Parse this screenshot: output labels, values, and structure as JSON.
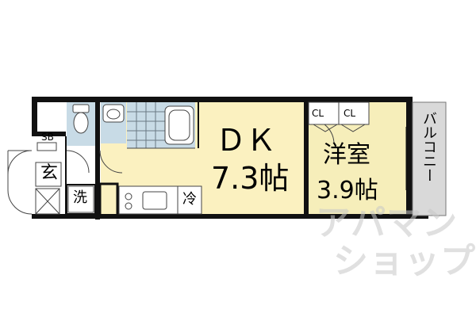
{
  "floor_plan": {
    "rooms": {
      "dk": {
        "name": "ＤＫ",
        "size": "7.3帖"
      },
      "western_room": {
        "name": "洋室",
        "size": "3.9帖"
      },
      "balcony": {
        "name": "バルコニー"
      },
      "entrance": {
        "name": "玄"
      },
      "shoe_box": {
        "name": "SB"
      },
      "washer": {
        "name": "洗"
      },
      "refrigerator": {
        "name": "冷"
      },
      "closet_left": {
        "name": "CL"
      },
      "closet_right": {
        "name": "CL"
      }
    },
    "watermark": {
      "line1": "アパマン",
      "line2": "ショップ"
    },
    "colors": {
      "dk_floor": "#fbf1c0",
      "western_floor": "#f6eeba",
      "wet_area": "#c8dbe6",
      "balcony": "#d9d9d9",
      "wall": "#111111"
    }
  }
}
